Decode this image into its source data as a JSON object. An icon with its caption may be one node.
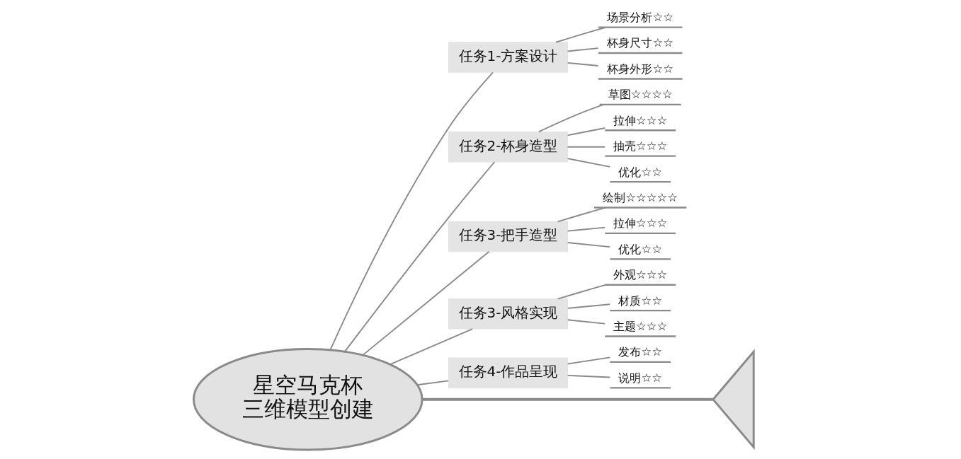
{
  "diagram": {
    "nodes": [
      {
        "text": [
          "星空马克杯三维模型创建"
        ]
      },
      {
        "text": [
          "任务1-方案设计"
        ]
      },
      {
        "text": [
          "场景分析☆☆"
        ]
      },
      {
        "text": [
          "杯身尺寸☆☆"
        ]
      },
      {
        "text": [
          "杯身外形☆☆"
        ]
      },
      {
        "text": [
          "任务2-杯身造型"
        ]
      },
      {
        "text": [
          "草图☆☆☆☆"
        ]
      },
      {
        "text": [
          "拉伸☆☆☆"
        ]
      },
      {
        "text": [
          "抽壳☆☆☆"
        ]
      },
      {
        "text": [
          "优化☆☆"
        ]
      },
      {
        "text": [
          "任务3-把手造型"
        ]
      },
      {
        "text": [
          "绘制☆☆☆☆☆"
        ]
      },
      {
        "text": [
          "拉伸☆☆☆"
        ]
      },
      {
        "text": [
          "优化☆☆"
        ]
      },
      {
        "text": [
          "任务3-风格实现"
        ]
      },
      {
        "text": [
          "外观☆☆☆"
        ]
      },
      {
        "text": [
          "材质☆☆"
        ]
      },
      {
        "text": [
          "主题☆☆☆"
        ]
      },
      {
        "text": [
          "任务4-作品呈现"
        ]
      },
      {
        "text": [
          "发布☆☆"
        ]
      },
      {
        "text": [
          "说明☆☆"
        ]
      },
      {
        "text": [],
        "shape": "triangle"
      }
    ],
    "edges": [
      {
        "from": 0,
        "to": 21,
        "arrow": "none",
        "style": "thick"
      },
      {
        "from": 0,
        "to": 1,
        "arrow": "none"
      },
      {
        "from": 1,
        "to": 2,
        "arrow": "none"
      },
      {
        "from": 1,
        "to": 3,
        "arrow": "none"
      },
      {
        "from": 1,
        "to": 4,
        "arrow": "none"
      },
      {
        "from": 0,
        "to": 5,
        "arrow": "none"
      },
      {
        "from": 5,
        "to": 6,
        "arrow": "none"
      },
      {
        "from": 5,
        "to": 7,
        "arrow": "none"
      },
      {
        "from": 5,
        "to": 8,
        "arrow": "none"
      },
      {
        "from": 5,
        "to": 9,
        "arrow": "none"
      },
      {
        "from": 0,
        "to": 10,
        "arrow": "none"
      },
      {
        "from": 10,
        "to": 11,
        "arrow": "none"
      },
      {
        "from": 10,
        "to": 12,
        "arrow": "none"
      },
      {
        "from": 10,
        "to": 13,
        "arrow": "none"
      },
      {
        "from": 0,
        "to": 14,
        "arrow": "none"
      },
      {
        "from": 14,
        "to": 15,
        "arrow": "none"
      },
      {
        "from": 14,
        "to": 16,
        "arrow": "none"
      },
      {
        "from": 14,
        "to": 17,
        "arrow": "none"
      },
      {
        "from": 0,
        "to": 18,
        "arrow": "none"
      },
      {
        "from": 18,
        "to": 19,
        "arrow": "none"
      },
      {
        "from": 18,
        "to": 20,
        "arrow": "none"
      }
    ]
  }
}
